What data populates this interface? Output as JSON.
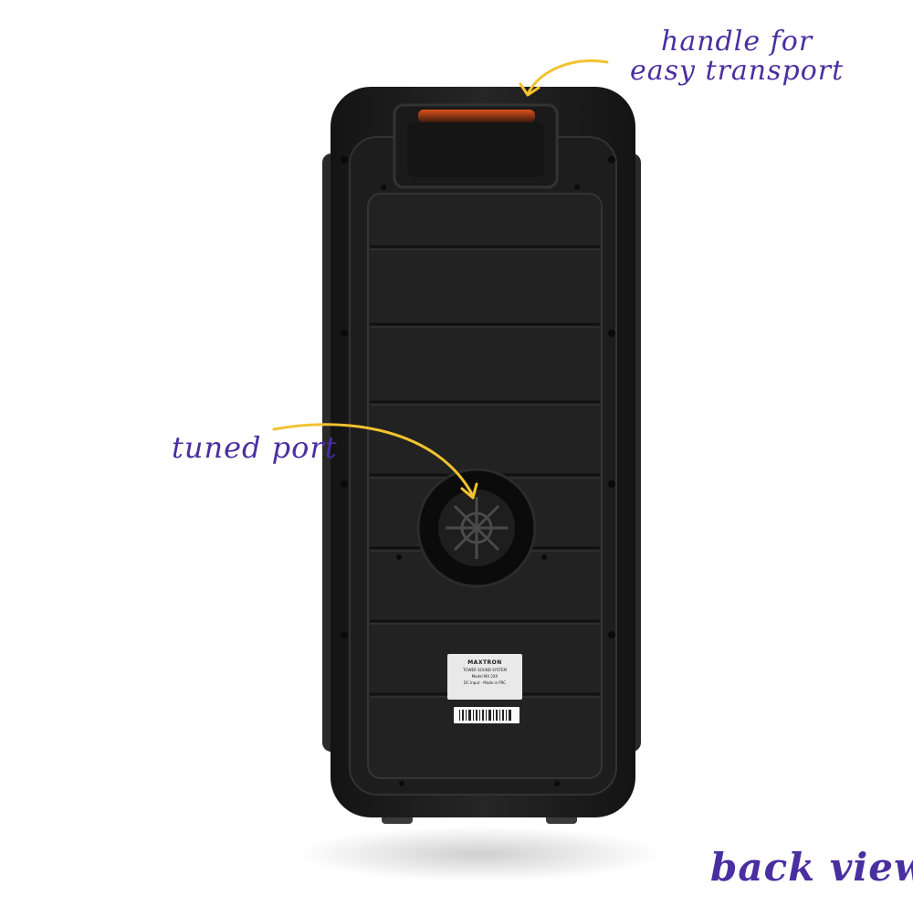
{
  "annotations": {
    "handle_line1": "handle for",
    "handle_line2": "easy transport",
    "port": "tuned port",
    "view": "back view"
  },
  "colors": {
    "annotation_text": "#4a2fa0",
    "arrow": "#f2c230",
    "speaker_body": "#1c1c1c",
    "handle_accent": "#e0521c"
  }
}
